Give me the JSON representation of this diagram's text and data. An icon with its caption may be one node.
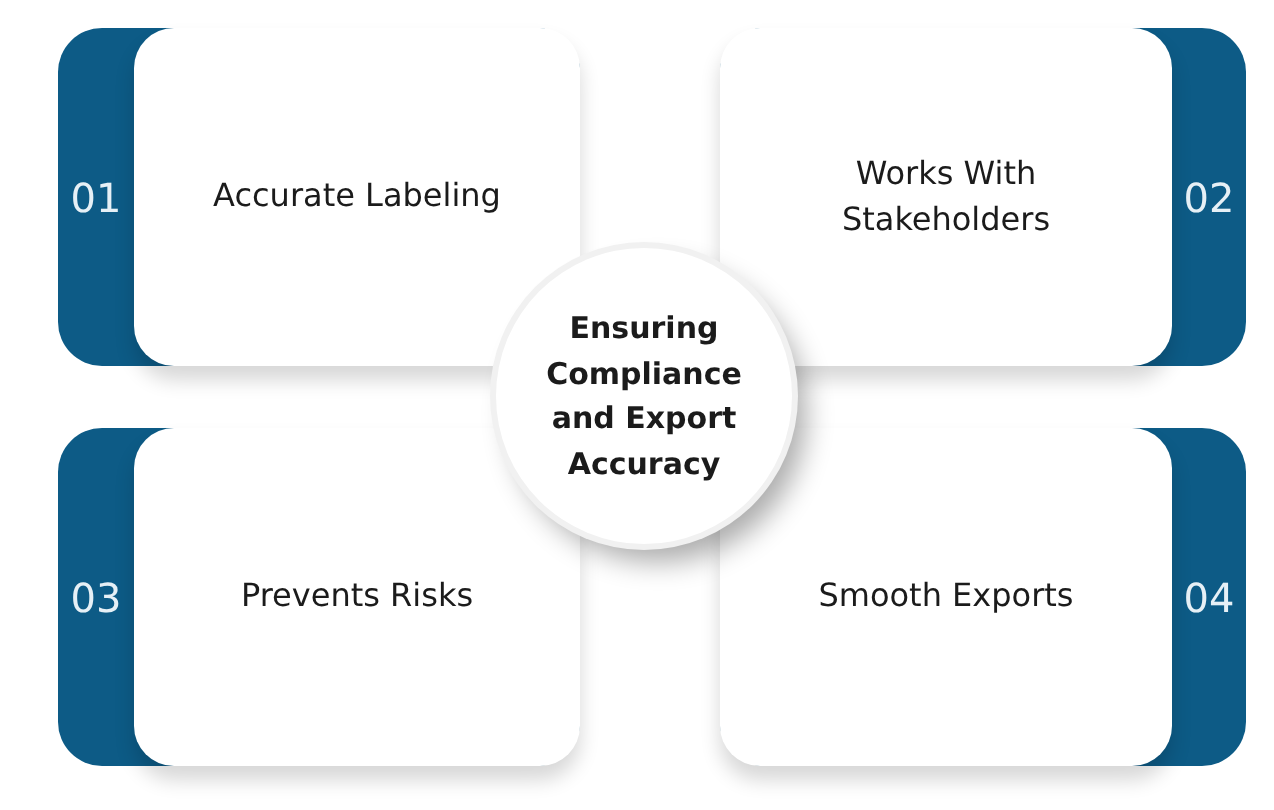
{
  "diagram": {
    "nodes": [
      {
        "text": [
          "01",
          "Accurate Labeling"
        ]
      },
      {
        "text": [
          "Works With Stakeholders",
          "02"
        ]
      },
      {
        "text": [
          "Ensuring Compliance and Export Accuracy"
        ]
      },
      {
        "text": [
          "03",
          "Prevents Risks"
        ]
      },
      {
        "text": [
          "Smooth Exports",
          "04"
        ]
      }
    ]
  }
}
